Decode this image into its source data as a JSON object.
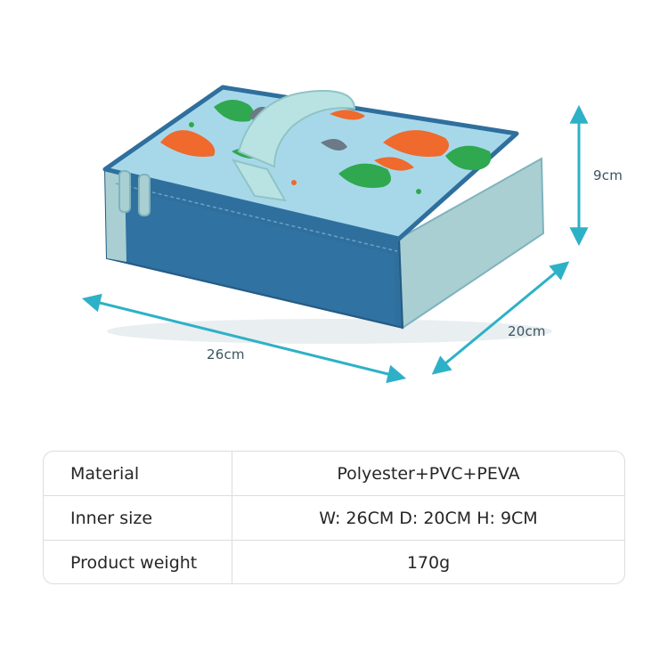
{
  "dimensions": {
    "height": "9cm",
    "depth": "20cm",
    "width": "26cm"
  },
  "colors": {
    "arrow": "#2eb1c7",
    "bag_body": "#2f6f9e",
    "bag_side": "#a9cfd3",
    "lid_pattern": "#a7d8ea"
  },
  "specs": [
    {
      "label": "Material",
      "value": "Polyester+PVC+PEVA"
    },
    {
      "label": "Inner size",
      "value": "W: 26CM D: 20CM H: 9CM"
    },
    {
      "label": "Product weight",
      "value": "170g"
    }
  ]
}
